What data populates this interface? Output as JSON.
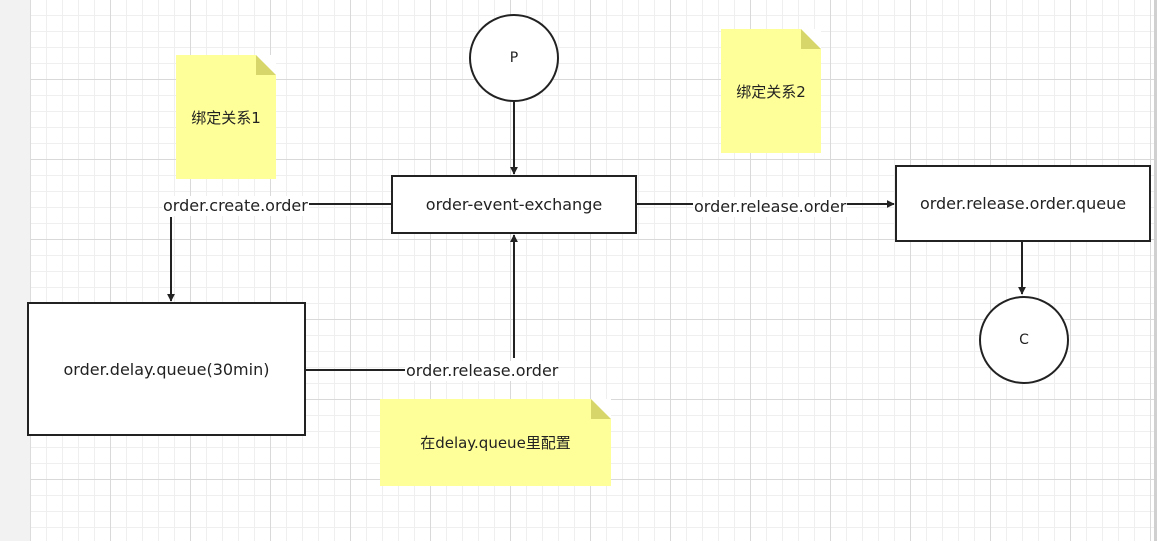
{
  "nodes": {
    "producer": "P",
    "consumer": "C",
    "exchange": "order-event-exchange",
    "release_queue": "order.release.order.queue",
    "delay_queue": "order.delay.queue(30min)"
  },
  "edges": {
    "create_label": "order.create.order",
    "release_label_top": "order.release.order",
    "release_label_bottom": "order.release.order"
  },
  "notes": {
    "binding1": "绑定关系1",
    "binding2": "绑定关系2",
    "delay_config": "在delay.queue里配置"
  },
  "colors": {
    "note_fill": "#ffff99",
    "note_fold": "#d6d66a",
    "stroke": "#222222",
    "grid": "#d9d9d9"
  }
}
